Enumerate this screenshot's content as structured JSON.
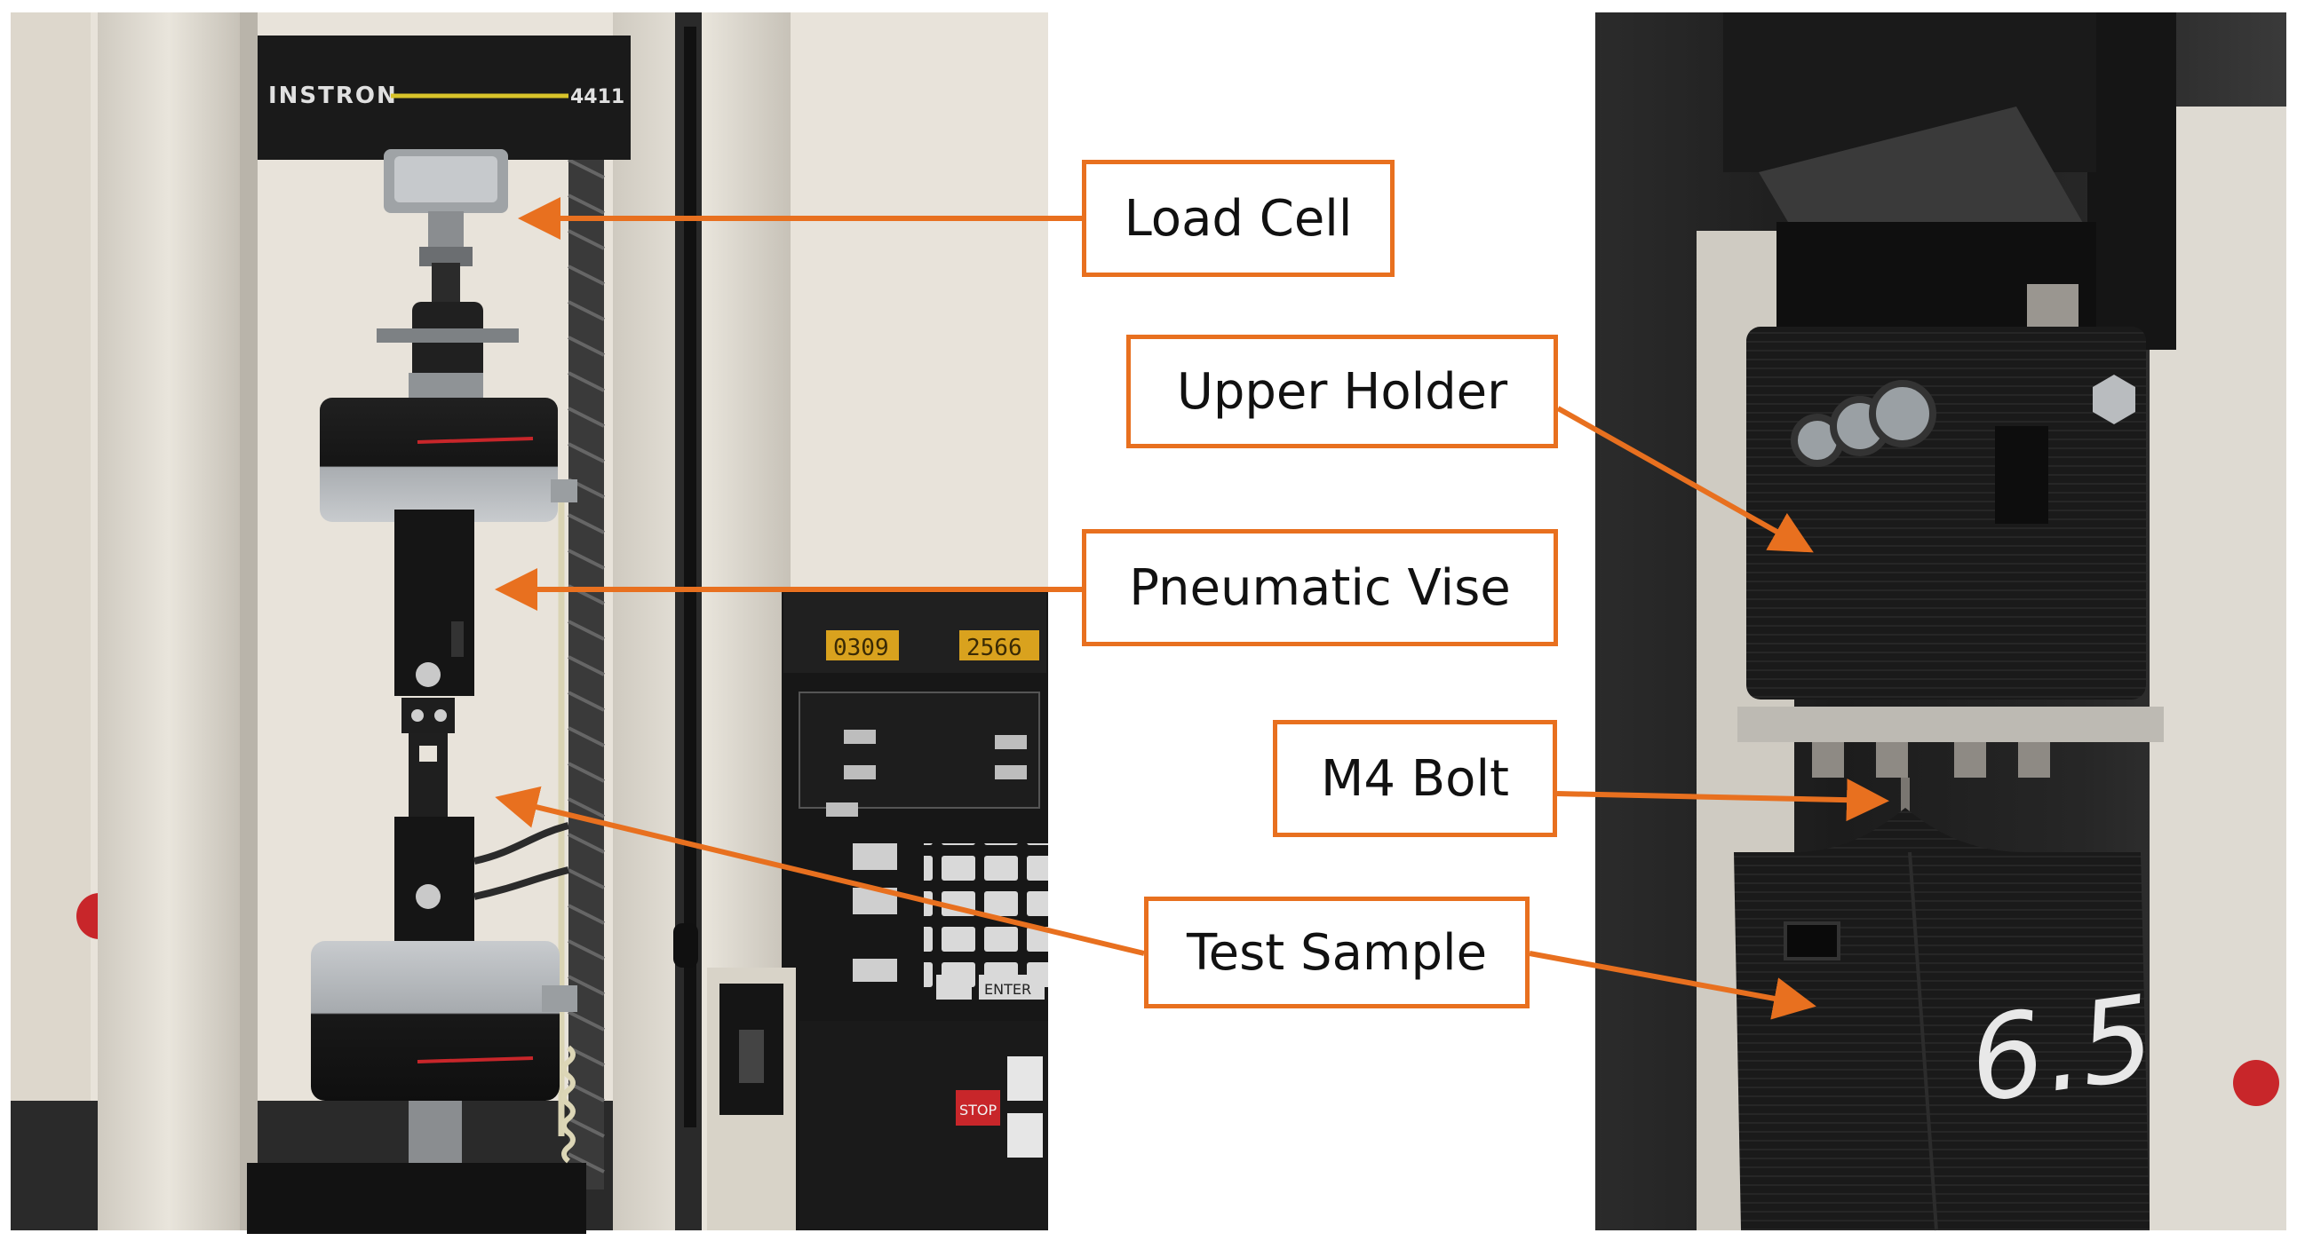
{
  "colors": {
    "arrow": "#E8701F",
    "box_border": "#E8701F",
    "box_fill": "#ffffff",
    "text": "#111111"
  },
  "left_photo": {
    "machine_brand": "INSTRON",
    "machine_model": "4411",
    "panel_display_1": "0309",
    "panel_display_2": "2566",
    "stop_key": "STOP",
    "enter_key": "ENTER"
  },
  "right_photo": {
    "sample_marking": "6.5"
  },
  "labels": {
    "load_cell": "Load Cell",
    "upper_holder": "Upper Holder",
    "pneumatic_vise": "Pneumatic Vise",
    "m4_bolt": "M4 Bolt",
    "test_sample": "Test Sample"
  }
}
